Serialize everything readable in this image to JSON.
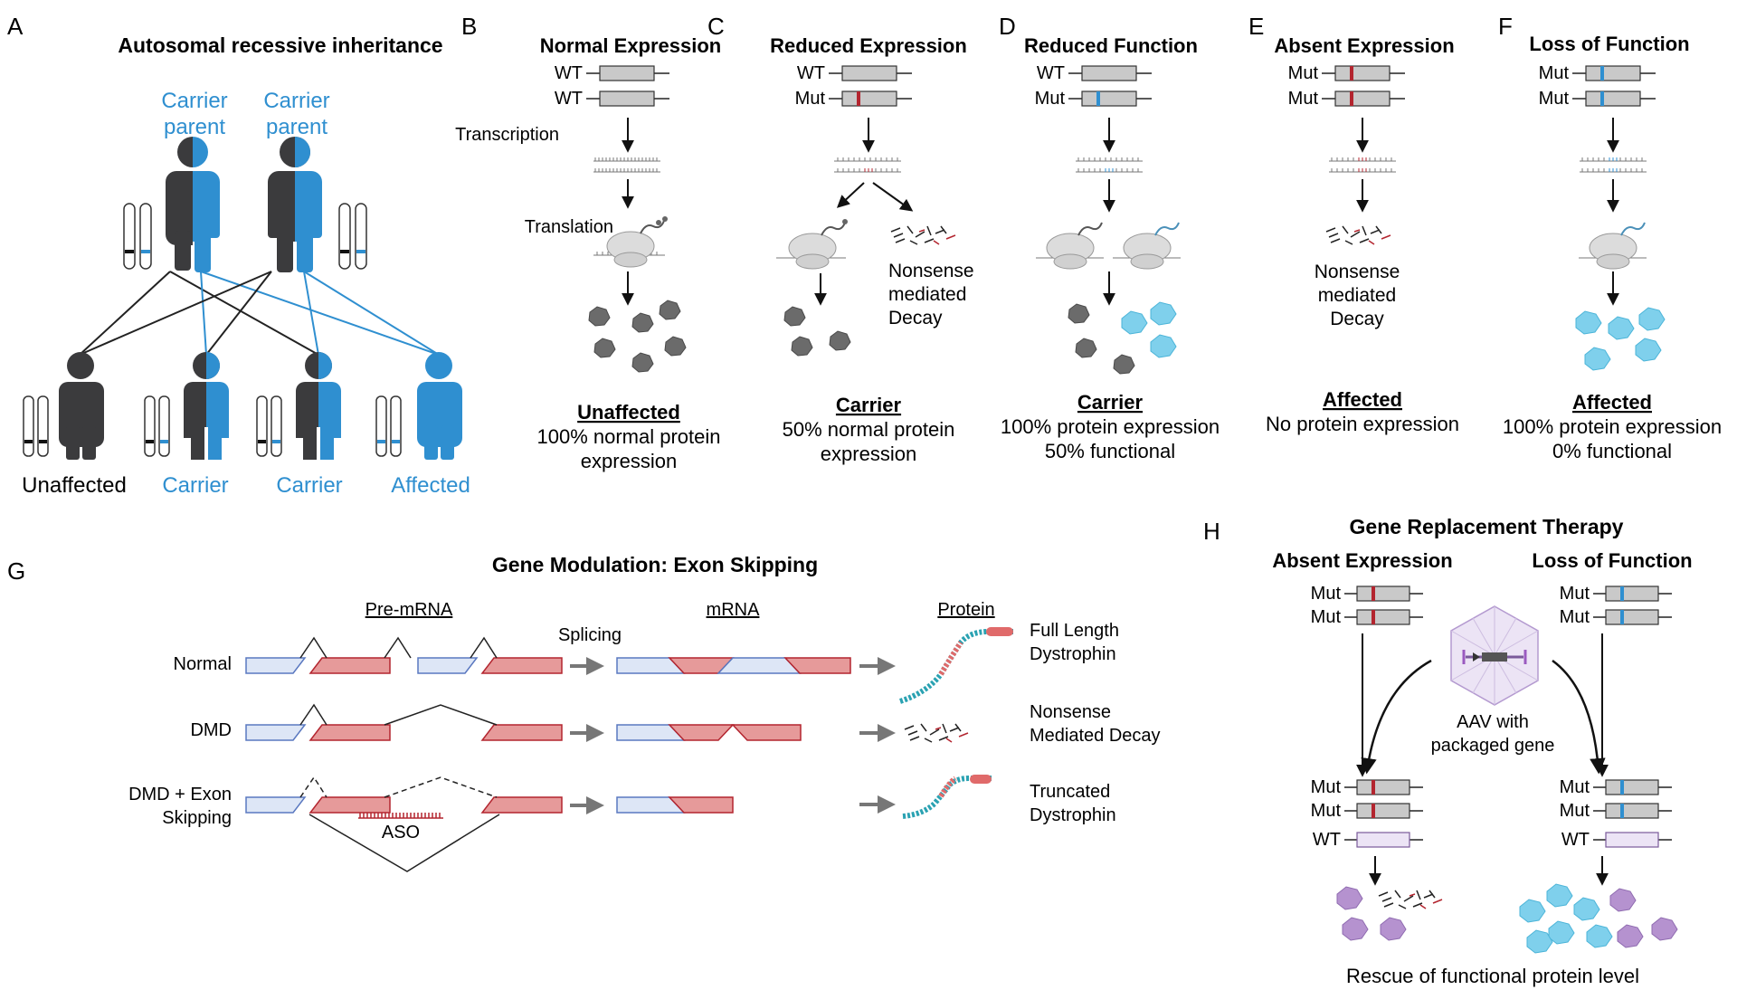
{
  "colors": {
    "dark": "#3b3b3d",
    "blue": "#2f8fd0",
    "red": "#b3252f",
    "exon_red": "#e69a9a",
    "exon_blue": "#dde6f6",
    "gene_gray": "#c9c9c9",
    "protein_gray": "#6b6b6b",
    "protein_blue": "#7fd0ec",
    "protein_purple": "#b592cf",
    "aav_purple": "#b49ad0"
  },
  "panel_letters": {
    "a": "A",
    "b": "B",
    "c": "C",
    "d": "D",
    "e": "E",
    "f": "F",
    "g": "G",
    "h": "H"
  },
  "panelA": {
    "title": "Autosomal recessive inheritance",
    "parent1_line1": "Carrier",
    "parent1_line2": "parent",
    "parent2_line1": "Carrier",
    "parent2_line2": "parent",
    "children": [
      "Unaffected",
      "Carrier",
      "Carrier",
      "Affected"
    ]
  },
  "panelB": {
    "title": "Normal Expression",
    "allele1": "WT",
    "allele2": "WT",
    "transcription": "Transcription",
    "translation": "Translation",
    "outcome": "Unaffected",
    "desc1": "100% normal protein",
    "desc2": "expression"
  },
  "panelC": {
    "title": "Reduced Expression",
    "allele1": "WT",
    "allele2": "Mut",
    "nmd1": "Nonsense",
    "nmd2": "mediated",
    "nmd3": "Decay",
    "outcome": "Carrier",
    "desc1": "50% normal protein",
    "desc2": "expression"
  },
  "panelD": {
    "title": "Reduced Function",
    "allele1": "WT",
    "allele2": "Mut",
    "outcome": "Carrier",
    "desc1": "100% protein expression",
    "desc2": "50% functional"
  },
  "panelE": {
    "title": "Absent Expression",
    "allele1": "Mut",
    "allele2": "Mut",
    "nmd1": "Nonsense",
    "nmd2": "mediated",
    "nmd3": "Decay",
    "outcome": "Affected",
    "desc1": "No protein expression"
  },
  "panelF": {
    "title": "Loss of Function",
    "allele1": "Mut",
    "allele2": "Mut",
    "outcome": "Affected",
    "desc1": "100% protein expression",
    "desc2": "0% functional"
  },
  "panelG": {
    "title": "Gene Modulation: Exon Skipping",
    "col_pre": "Pre-mRNA",
    "col_mrna": "mRNA",
    "col_protein": "Protein",
    "splicing": "Splicing",
    "row_normal": "Normal",
    "row_dmd": "DMD",
    "row_skip1": "DMD + Exon",
    "row_skip2": "Skipping",
    "aso": "ASO",
    "out1a": "Full Length",
    "out1b": "Dystrophin",
    "out2a": "Nonsense",
    "out2b": "Mediated Decay",
    "out3a": "Truncated",
    "out3b": "Dystrophin"
  },
  "panelH": {
    "title": "Gene Replacement Therapy",
    "left_title": "Absent Expression",
    "right_title": "Loss of Function",
    "mut": "Mut",
    "wt": "WT",
    "aav1": "AAV with",
    "aav2": "packaged gene",
    "rescue": "Rescue of functional protein level"
  }
}
